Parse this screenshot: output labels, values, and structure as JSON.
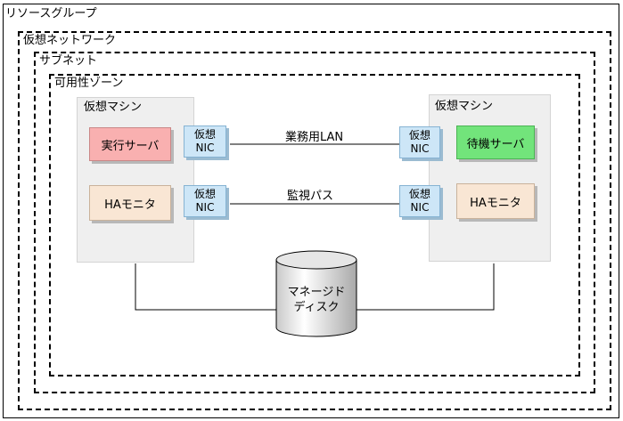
{
  "frames": {
    "resource_group": "リソースグループ",
    "virtual_network": "仮想ネットワーク",
    "subnet": "サブネット",
    "availability_zone": "可用性ゾーン"
  },
  "vm_left": {
    "title": "仮想マシン",
    "server": "実行サーバ",
    "monitor": "HAモニタ",
    "nic_top": [
      "仮想",
      "NIC"
    ],
    "nic_bottom": [
      "仮想",
      "NIC"
    ]
  },
  "vm_right": {
    "title": "仮想マシン",
    "server": "待機サーバ",
    "monitor": "HAモニタ",
    "nic_top": [
      "仮想",
      "NIC"
    ],
    "nic_bottom": [
      "仮想",
      "NIC"
    ]
  },
  "links": {
    "business_lan": "業務用LAN",
    "monitor_path": "監視パス"
  },
  "disk": {
    "line1": "マネージド",
    "line2": "ディスク"
  },
  "colors": {
    "active_server": "#f9b0b0",
    "standby_server": "#72e47b",
    "ha_monitor": "#f9e6d4",
    "nic": "#cde6f7",
    "vm_background": "#efefef"
  }
}
